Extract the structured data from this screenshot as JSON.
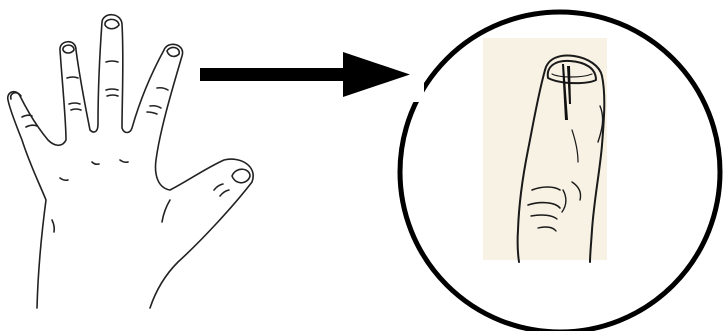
{
  "figure": {
    "kind": "illustration",
    "panels": [
      {
        "id": "left",
        "depicts": "hand-outline"
      },
      {
        "id": "arrow",
        "depicts": "right-arrow"
      },
      {
        "id": "right",
        "depicts": "magnified-finger-with-nail-mark"
      }
    ]
  },
  "colors": {
    "background": "#ffffff",
    "ink": "#000000",
    "inset_paper": "#f7f2e4"
  },
  "icons": [
    "hand-icon",
    "arrow-right-icon",
    "finger-icon",
    "nail-mark-icon",
    "magnifier-circle-icon"
  ]
}
